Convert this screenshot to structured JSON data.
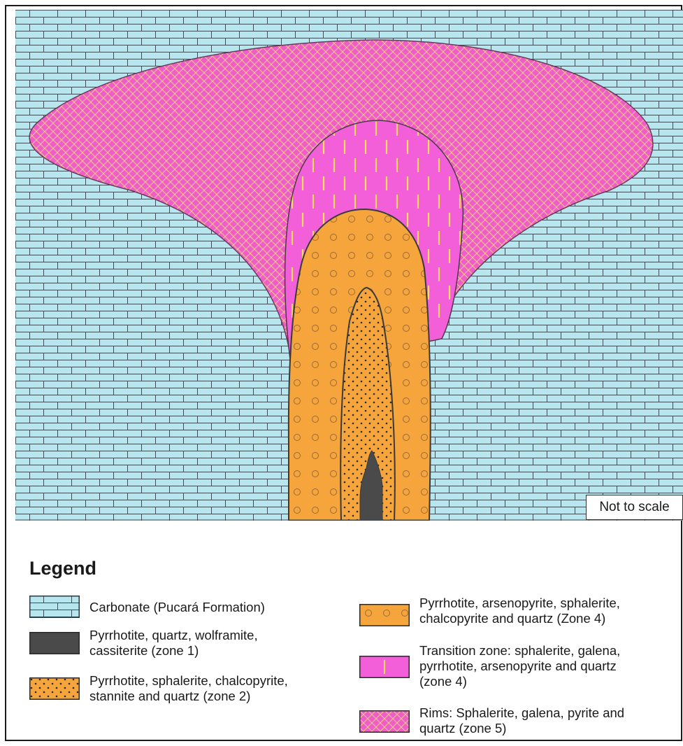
{
  "diagram": {
    "scale_note": "Not to scale"
  },
  "legend": {
    "title": "Legend",
    "items": [
      {
        "id": "carbonate",
        "line1": "Carbonate (Pucará Formation)",
        "line2": "",
        "line3": "",
        "pattern": "brick",
        "color": "#b7e6ef"
      },
      {
        "id": "zone1",
        "line1": "Pyrrhotite, quartz, wolframite,",
        "line2": "cassiterite (zone 1)",
        "line3": "",
        "pattern": "solid",
        "color": "#4a4a4a"
      },
      {
        "id": "zone2",
        "line1": "Pyrrhotite, sphalerite, chalcopyrite,",
        "line2": "stannite and quartz (zone 2)",
        "line3": "",
        "pattern": "dots",
        "color": "#f5a53c"
      },
      {
        "id": "zone4",
        "line1": "Pyrrhotite, arsenopyrite, sphalerite,",
        "line2": "chalcopyrite and quartz (Zone 4)",
        "line3": "",
        "pattern": "circles",
        "color": "#f5a53c"
      },
      {
        "id": "transition",
        "line1": "Transition zone: sphalerite, galena,",
        "line2": "pyrrhotite, arsenopyrite and quartz",
        "line3": "(zone 4)",
        "pattern": "dashes",
        "color": "#f25fd8"
      },
      {
        "id": "rims",
        "line1": "Rims: Sphalerite, galena, pyrite and",
        "line2": "quartz (zone 5)",
        "line3": "",
        "pattern": "crosshatch",
        "color": "#f05cc8"
      }
    ]
  }
}
